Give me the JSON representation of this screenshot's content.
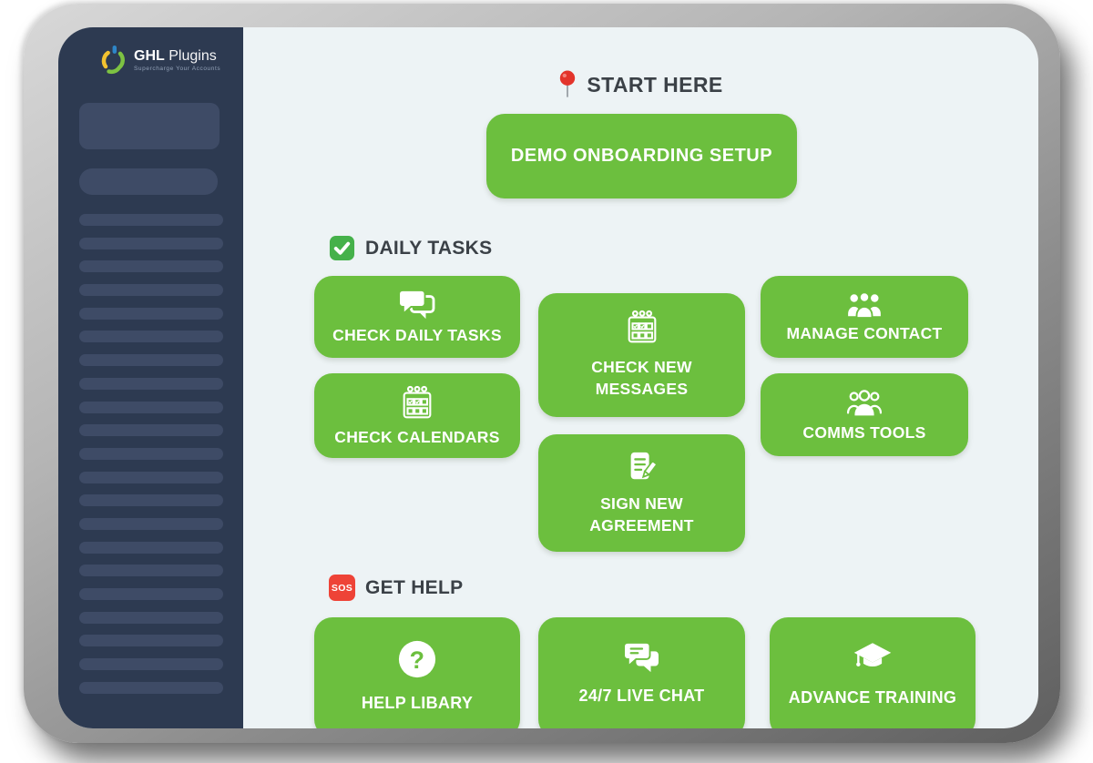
{
  "brand": {
    "name_bold": "GHL",
    "name_light": "Plugins",
    "tagline": "Supercharge Your Accounts"
  },
  "sidebar": {
    "skeleton_rows": 21
  },
  "sections": {
    "start": {
      "label": "START HERE"
    },
    "daily": {
      "label": "DAILY TASKS"
    },
    "help": {
      "label": "GET HELP",
      "sos_text": "SOS"
    }
  },
  "buttons": {
    "demo": "DEMO ONBOARDING SETUP",
    "check_daily": "CHECK DAILY TASKS",
    "check_messages": "CHECK NEW MESSAGES",
    "manage_contact": "MANAGE CONTACT",
    "check_calendars": "CHECK CALENDARS",
    "comms_tools": "COMMS TOOLS",
    "sign_agreement": "SIGN NEW AGREEMENT",
    "help_library": "HELP LIBARY",
    "live_chat": "24/7 LIVE CHAT",
    "advance_training": "ADVANCE TRAINING"
  },
  "icons": {
    "question_glyph": "?"
  },
  "colors": {
    "button_green": "#6cbf3e",
    "sidebar_navy": "#2d3a51",
    "sidebar_skeleton": "#3e4b66",
    "screen_bg": "#edf3f5",
    "heading_text": "#3b4147",
    "pin_red": "#e3342b",
    "checkbox_green": "#45b14a",
    "sos_red": "#ee4337"
  }
}
